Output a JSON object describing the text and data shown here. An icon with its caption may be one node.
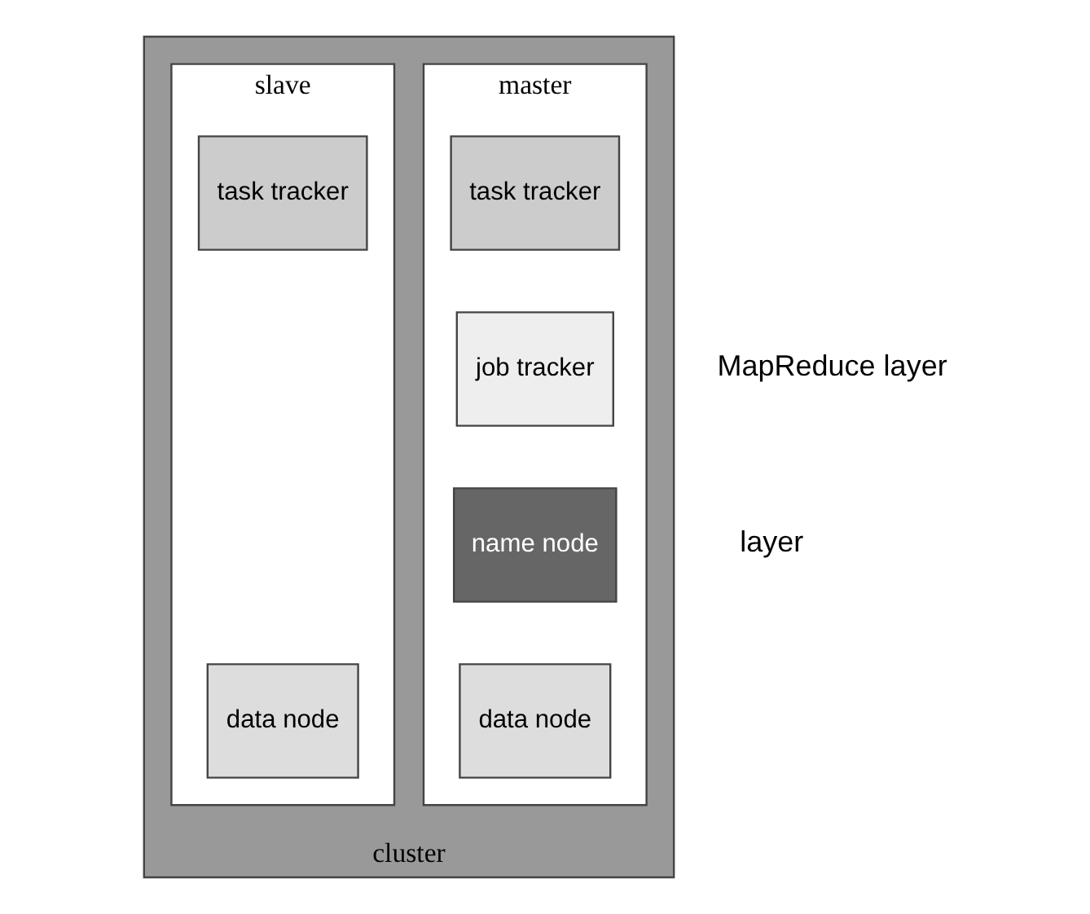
{
  "diagram": {
    "nodes": [
      {
        "text": [
          "cluster"
        ]
      },
      {
        "text": [
          "master"
        ],
        "in": 0
      },
      {
        "text": [
          "slave"
        ],
        "in": 0
      },
      {
        "text": [
          "task tracker"
        ],
        "in": 1
      },
      {
        "text": [
          "job tracker"
        ],
        "in": 1
      },
      {
        "text": [
          "name node"
        ],
        "in": 1
      },
      {
        "text": [
          "data node"
        ],
        "in": 1
      },
      {
        "text": [
          "task tracker"
        ],
        "in": 2
      },
      {
        "text": [
          "data node"
        ],
        "in": 2
      }
    ],
    "edges": [],
    "labels": [
      "MapReduce layer",
      "layer"
    ]
  }
}
